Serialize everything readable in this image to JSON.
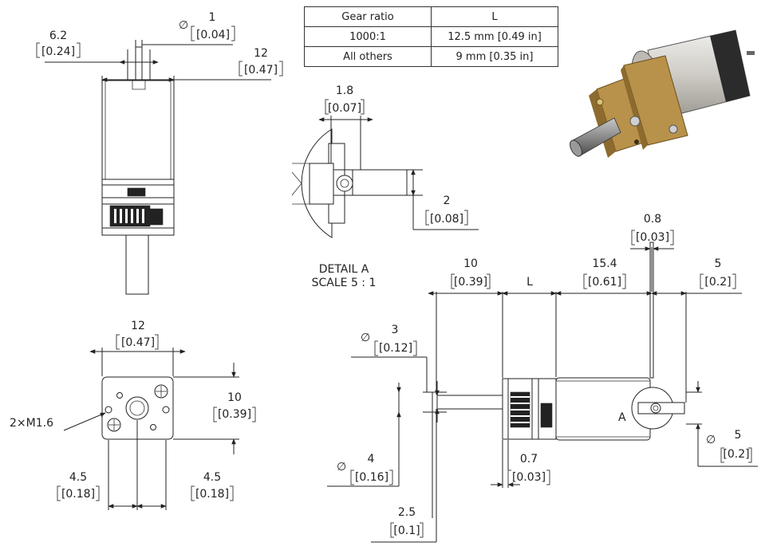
{
  "table": {
    "header": [
      "Gear ratio",
      "L"
    ],
    "rows": [
      [
        "1000:1",
        "12.5 mm [0.49 in]"
      ],
      [
        "All others",
        "9 mm [0.35 in]"
      ]
    ]
  },
  "dims": {
    "top_shaft_flat": {
      "symbol": "∅",
      "mm": "1",
      "in": "[0.04]"
    },
    "top_shaft_width": {
      "mm": "6.2",
      "in": "[0.24]"
    },
    "top_body_width": {
      "mm": "12",
      "in": "[0.47]"
    },
    "detail_flat_width": {
      "mm": "1.8",
      "in": "[0.07]"
    },
    "detail_flat_depth": {
      "mm": "2",
      "in": "[0.08]"
    },
    "front_width": {
      "mm": "12",
      "in": "[0.47]"
    },
    "front_height": {
      "mm": "10",
      "in": "[0.39]"
    },
    "front_left_offset": {
      "mm": "4.5",
      "in": "[0.18]"
    },
    "front_right_offset": {
      "mm": "4.5",
      "in": "[0.18]"
    },
    "side_shaft_len": {
      "mm": "10",
      "in": "[0.39]"
    },
    "side_gearbox_len": {
      "mm": "L"
    },
    "side_motor_len": {
      "mm": "15.4",
      "in": "[0.61]"
    },
    "side_terminal_thk": {
      "mm": "0.8",
      "in": "[0.03]"
    },
    "side_back_shaft": {
      "mm": "5",
      "in": "[0.2]"
    },
    "side_shaft_dia": {
      "symbol": "∅",
      "mm": "3",
      "in": "[0.12]"
    },
    "side_boss_dia": {
      "symbol": "∅",
      "mm": "4",
      "in": "[0.16]"
    },
    "side_plate_thk": {
      "mm": "0.7",
      "in": "[0.03]"
    },
    "side_boss_len": {
      "mm": "2.5",
      "in": "[0.1]"
    },
    "side_back_dia": {
      "symbol": "∅",
      "mm": "5",
      "in": "[0.2]"
    }
  },
  "labels": {
    "holes": "2×M1.6",
    "detail_title": "DETAIL A",
    "detail_scale": "SCALE 5 : 1",
    "detail_marker": "A"
  },
  "colors": {
    "line": "#222222",
    "motor_can": "#d8d6d2",
    "brass": "#b8924a",
    "shaft": "#8a8a8a"
  }
}
